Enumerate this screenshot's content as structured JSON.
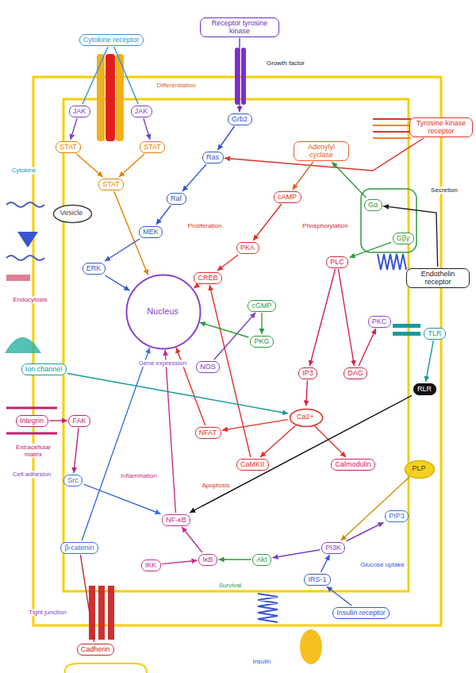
{
  "diagram": {
    "nodes": [
      {
        "text": [
          "Cytokine receptor"
        ]
      },
      {
        "text": [
          "JAK"
        ]
      },
      {
        "text": [
          "JAK"
        ]
      },
      {
        "text": [
          "STAT"
        ]
      },
      {
        "text": [
          "STAT"
        ]
      },
      {
        "text": [
          "STAT"
        ]
      },
      {
        "text": [
          "Receptor tyrosine kinase"
        ]
      },
      {
        "text": [
          "Grb2"
        ]
      },
      {
        "text": [
          "Ras"
        ]
      },
      {
        "text": [
          "Raf"
        ]
      },
      {
        "text": [
          "MEK"
        ]
      },
      {
        "text": [
          "ERK"
        ]
      },
      {
        "text": [
          "Nucleus"
        ]
      },
      {
        "text": [
          "Adenylyl cyclase"
        ]
      },
      {
        "text": [
          "cAMP"
        ]
      },
      {
        "text": [
          "PKA"
        ]
      },
      {
        "text": [
          "CREB"
        ]
      },
      {
        "text": [
          "NOS"
        ]
      },
      {
        "text": [
          "cGMP"
        ]
      },
      {
        "text": [
          "PKG"
        ]
      },
      {
        "text": [
          "Gα"
        ]
      },
      {
        "text": [
          "Gβγ"
        ]
      },
      {
        "text": [
          "Endothelin receptor"
        ]
      },
      {
        "text": [
          "PLC"
        ]
      },
      {
        "text": [
          "IP3"
        ]
      },
      {
        "text": [
          "DAG"
        ]
      },
      {
        "text": [
          "PKC"
        ]
      },
      {
        "text": [
          "Ca2+"
        ]
      },
      {
        "text": [
          "CaMKII"
        ]
      },
      {
        "text": [
          "Calmodulin"
        ]
      },
      {
        "text": [
          "NFAT"
        ]
      },
      {
        "text": [
          "PI3K"
        ]
      },
      {
        "text": [
          "PIP3"
        ]
      },
      {
        "text": [
          "Akt"
        ]
      },
      {
        "text": [
          "NF-κB"
        ]
      },
      {
        "text": [
          "IκB"
        ]
      },
      {
        "text": [
          "IKK"
        ]
      },
      {
        "text": [
          "Integrin"
        ]
      },
      {
        "text": [
          "FAK"
        ]
      },
      {
        "text": [
          "Src"
        ]
      },
      {
        "text": [
          "β-catenin"
        ]
      },
      {
        "text": [
          "Cadherin"
        ]
      },
      {
        "text": [
          "Insulin receptor"
        ]
      },
      {
        "text": [
          "IRS-1"
        ]
      },
      {
        "text": [
          "Tyrosine kinase receptor"
        ]
      },
      {
        "text": [
          "Ion channel"
        ]
      },
      {
        "text": [
          "Vesicle"
        ]
      },
      {
        "text": [
          "RLR"
        ]
      },
      {
        "text": [
          "PLP"
        ]
      },
      {
        "text": [
          "TLR"
        ]
      }
    ],
    "edges": [
      {
        "from": 0,
        "to": 1,
        "arrow": "none"
      },
      {
        "from": 0,
        "to": 2,
        "arrow": "none"
      },
      {
        "from": 1,
        "to": 3,
        "arrow": "to"
      },
      {
        "from": 2,
        "to": 4,
        "arrow": "to"
      },
      {
        "from": 3,
        "to": 5,
        "arrow": "to"
      },
      {
        "from": 4,
        "to": 5,
        "arrow": "to"
      },
      {
        "from": 5,
        "to": 12,
        "arrow": "to"
      },
      {
        "from": 6,
        "to": 7,
        "arrow": "to"
      },
      {
        "from": 7,
        "to": 8,
        "arrow": "to"
      },
      {
        "from": 8,
        "to": 9,
        "arrow": "to"
      },
      {
        "from": 9,
        "to": 10,
        "arrow": "to"
      },
      {
        "from": 10,
        "to": 11,
        "arrow": "to"
      },
      {
        "from": 11,
        "to": 12,
        "arrow": "to"
      },
      {
        "from": 44,
        "to": 8,
        "arrow": "to"
      },
      {
        "from": 20,
        "to": 13,
        "arrow": "to"
      },
      {
        "from": 13,
        "to": 14,
        "arrow": "to"
      },
      {
        "from": 14,
        "to": 15,
        "arrow": "to"
      },
      {
        "from": 15,
        "to": 16,
        "arrow": "to"
      },
      {
        "from": 16,
        "to": 12,
        "arrow": "to"
      },
      {
        "from": 21,
        "to": 23,
        "arrow": "to"
      },
      {
        "from": 22,
        "to": 20,
        "arrow": "to"
      },
      {
        "from": 23,
        "to": 24,
        "arrow": "to"
      },
      {
        "from": 23,
        "to": 25,
        "arrow": "to"
      },
      {
        "from": 24,
        "to": 27,
        "arrow": "to"
      },
      {
        "from": 25,
        "to": 26,
        "arrow": "to"
      },
      {
        "from": 27,
        "to": 28,
        "arrow": "to"
      },
      {
        "from": 27,
        "to": 29,
        "arrow": "to"
      },
      {
        "from": 27,
        "to": 30,
        "arrow": "to"
      },
      {
        "from": 30,
        "to": 12,
        "arrow": "to"
      },
      {
        "from": 28,
        "to": 16,
        "arrow": "to"
      },
      {
        "from": 17,
        "to": 18,
        "arrow": "to"
      },
      {
        "from": 18,
        "to": 19,
        "arrow": "to"
      },
      {
        "from": 42,
        "to": 43,
        "arrow": "to"
      },
      {
        "from": 43,
        "to": 31,
        "arrow": "to"
      },
      {
        "from": 31,
        "to": 32,
        "arrow": "to"
      },
      {
        "from": 31,
        "to": 33,
        "arrow": "to"
      },
      {
        "from": 33,
        "to": 35,
        "arrow": "to"
      },
      {
        "from": 36,
        "to": 35,
        "arrow": "to"
      },
      {
        "from": 35,
        "to": 34,
        "arrow": "to"
      },
      {
        "from": 34,
        "to": 12,
        "arrow": "to"
      },
      {
        "from": 37,
        "to": 38,
        "arrow": "to"
      },
      {
        "from": 38,
        "to": 39,
        "arrow": "to"
      },
      {
        "from": 39,
        "to": 34,
        "arrow": "to"
      },
      {
        "from": 41,
        "to": 40,
        "arrow": "none"
      },
      {
        "from": 40,
        "to": 12,
        "arrow": "to"
      },
      {
        "from": 45,
        "to": 27,
        "arrow": "to"
      },
      {
        "from": 49,
        "to": 47,
        "arrow": "to"
      },
      {
        "from": 47,
        "to": 34,
        "arrow": "to"
      },
      {
        "from": 48,
        "to": 31,
        "arrow": "to"
      },
      {
        "from": 19,
        "to": 12,
        "arrow": "to"
      }
    ],
    "labels": [
      "Growth factor",
      "Cytokine",
      "Endocytosis",
      "Gene expression",
      "Proliferation",
      "Survival",
      "Apoptosis",
      "Glucose uptake",
      "Cell adhesion",
      "Extracellular matrix",
      "Tight junction",
      "Inflammation",
      "Secretion",
      "Differentiation",
      "Phosphorylation",
      "Insulin"
    ]
  }
}
